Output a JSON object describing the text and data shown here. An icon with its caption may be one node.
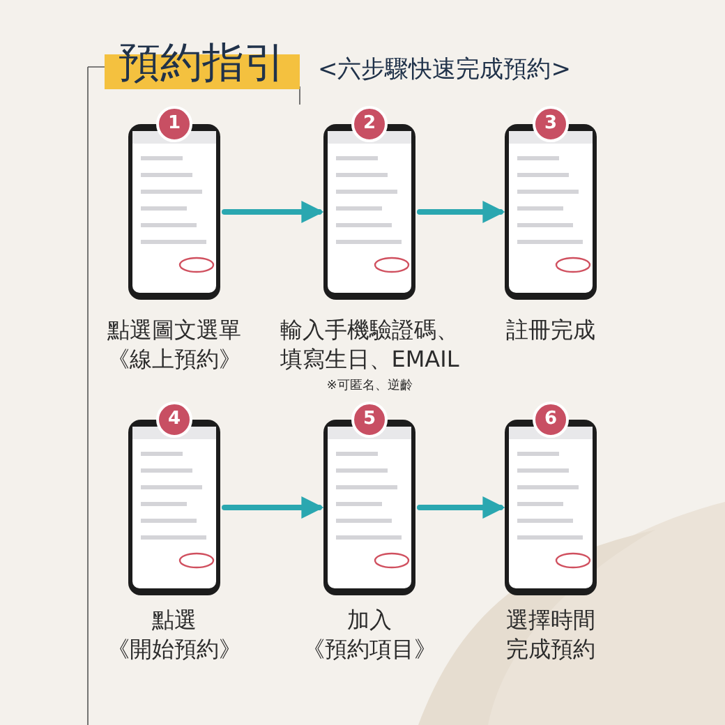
{
  "diagram": {
    "title": "預約指引",
    "nodes": [
      {
        "text": [],
        "shape": "picture",
        "beside": [
          "點選圖文選單《線上預約》"
        ]
      },
      {
        "text": [],
        "shape": "picture",
        "beside": [
          "輸入手機驗證碼、填寫生日、EMAIL",
          "※可匿名、逆齡"
        ]
      },
      {
        "text": [],
        "shape": "picture",
        "beside": [
          "註冊完成"
        ]
      },
      {
        "text": [],
        "shape": "picture",
        "beside": [
          "點選《開始預約》"
        ]
      },
      {
        "text": [],
        "shape": "picture",
        "beside": [
          "加入《預約項目》"
        ]
      },
      {
        "text": [],
        "shape": "picture",
        "beside": [
          "選擇時間完成預約"
        ]
      },
      {
        "text": [
          "1"
        ]
      },
      {
        "text": [
          "2"
        ]
      },
      {
        "text": [
          "3"
        ]
      },
      {
        "text": [
          "4"
        ]
      },
      {
        "text": [
          "5"
        ]
      },
      {
        "text": [
          "6"
        ]
      }
    ],
    "edges": [
      {
        "from": 0,
        "to": 1,
        "arrow": "to"
      },
      {
        "from": 1,
        "to": 2,
        "arrow": "to"
      },
      {
        "from": 3,
        "to": 4,
        "arrow": "to"
      },
      {
        "from": 4,
        "to": 5,
        "arrow": "to"
      }
    ],
    "labels": [
      "<六步驟快速完成預約>"
    ]
  }
}
